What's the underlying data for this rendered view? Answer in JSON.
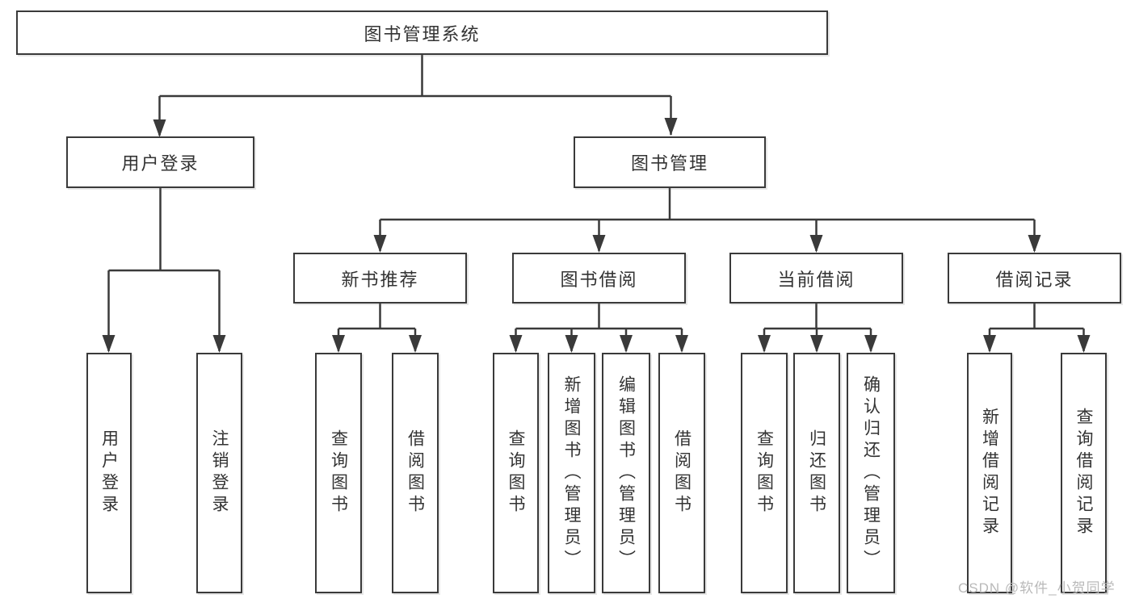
{
  "diagram": {
    "root": "图书管理系统",
    "branches": {
      "user_login": {
        "label": "用户登录",
        "children": [
          "用户登录",
          "注销登录"
        ]
      },
      "book_management": {
        "label": "图书管理",
        "modules": [
          {
            "label": "新书推荐",
            "children": [
              "查询图书",
              "借阅图书"
            ]
          },
          {
            "label": "图书借阅",
            "children": [
              "查询图书",
              "新增图书（管理员）",
              "编辑图书（管理员）",
              "借阅图书"
            ]
          },
          {
            "label": "当前借阅",
            "children": [
              "查询图书",
              "归还图书",
              "确认归还（管理员）"
            ]
          },
          {
            "label": "借阅记录",
            "children": [
              "新增借阅记录",
              "查询借阅记录"
            ]
          }
        ]
      }
    }
  },
  "watermark": "CSDN @软件_小贺同学",
  "colors": {
    "line": "#3a3a3a",
    "box_border": "#3a3a3a",
    "text": "#333333",
    "background": "#ffffff",
    "watermark": "#b9b9b9"
  }
}
